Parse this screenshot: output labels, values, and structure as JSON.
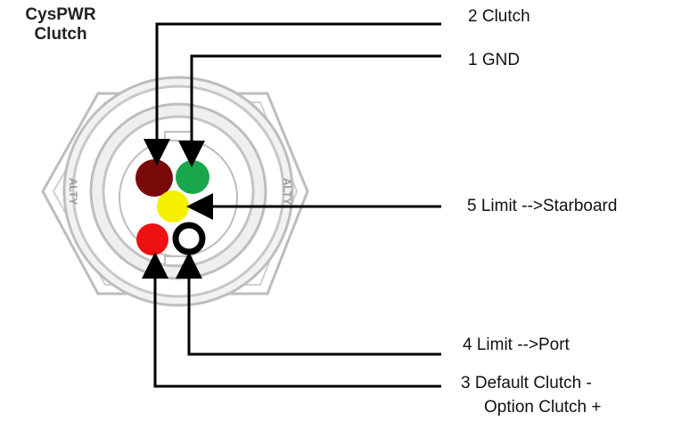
{
  "title": {
    "line1": "CysPWR",
    "line2": "Clutch"
  },
  "pins": [
    {
      "label": "2 Clutch",
      "color": "#7a0a0a"
    },
    {
      "label": "1 GND",
      "color": "#1aa64a"
    },
    {
      "label": "5 Limit -->Starboard",
      "color": "#f5f000"
    },
    {
      "label": "4  Limit -->Port",
      "color": "#ffffff"
    },
    {
      "label": "3 Default Clutch -",
      "label2": "Option Clutch +",
      "color": "#ee1111"
    }
  ],
  "connector": {
    "side_text": "ALTY",
    "outline": "#bdbdbd",
    "shade": "#d9d9d9"
  }
}
